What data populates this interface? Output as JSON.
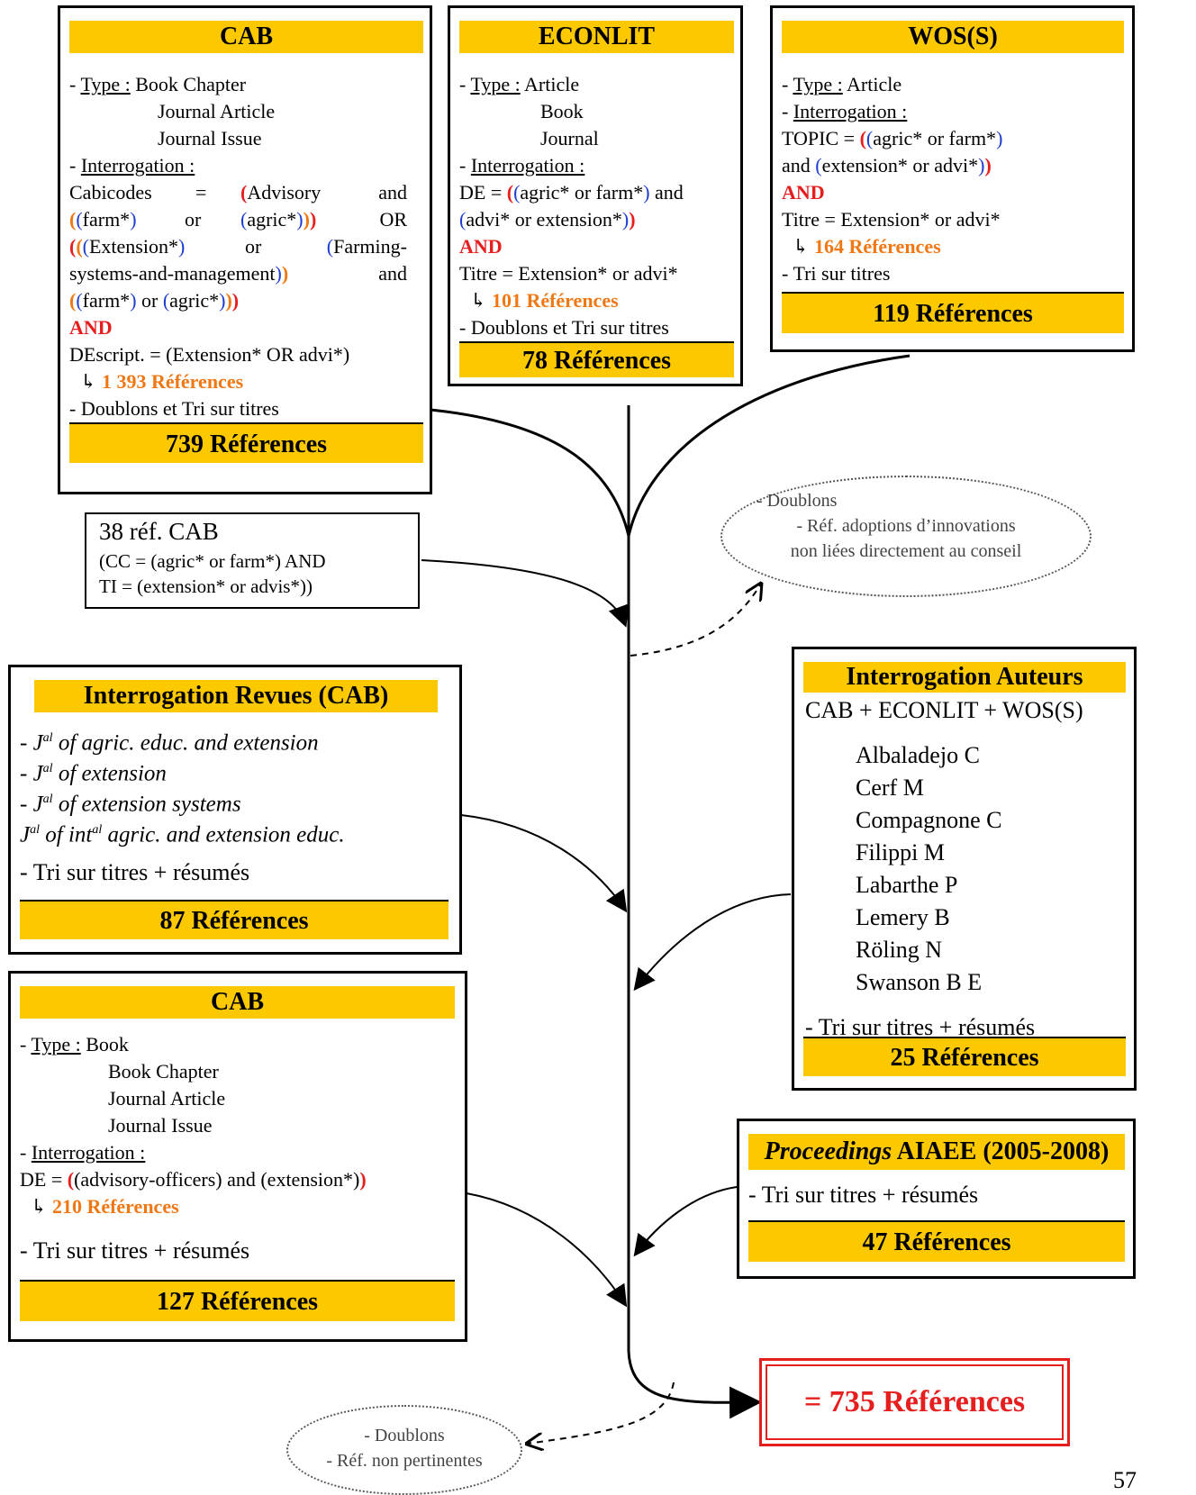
{
  "cab1": {
    "title": "CAB",
    "type_label": "Type :",
    "types": [
      "Book Chapter",
      "Journal Article",
      "Journal Issue"
    ],
    "interrogation_label": "Interrogation :",
    "q_cabicodes": "Cabicodes",
    "q_eq": "=",
    "q_advisory": "Advisory",
    "q_and": "and",
    "q_or": "or",
    "q_OR": "OR",
    "q_farm": "farm*",
    "q_agric": "agric*",
    "q_extension": "Extension*",
    "q_farming": "Farming-",
    "q_systems": "systems-and-management",
    "and_op": "AND",
    "descript": "DEscript. = (Extension* OR advi*)",
    "count_refs": "1 393 Références",
    "dedup": "Doublons et Tri sur titres",
    "result": "739 Références"
  },
  "econlit": {
    "title": "ECONLIT",
    "type_label": "Type :",
    "types": [
      "Article",
      "Book",
      "Journal"
    ],
    "interrogation_label": "Interrogation :",
    "q1_de": "DE =",
    "q1_inner": "agric* or farm*",
    "q1_and": "and",
    "q2_inner": "advi* or extension*",
    "and_op": "AND",
    "titre": "Titre = Extension* or advi*",
    "count_refs": "101 Références",
    "dedup": "Doublons et Tri sur titres",
    "result": "78 Références"
  },
  "wos": {
    "title": "WOS(S)",
    "type_label": "Type :",
    "type_value": "Article",
    "interrogation_label": "Interrogation :",
    "q1_topic": "TOPIC =",
    "q1_inner": "agric* or farm*",
    "q2_and": "and",
    "q2_inner": "extension* or advi*",
    "and_op": "AND",
    "titre": "Titre = Extension* or advi*",
    "count_refs": "164 Références",
    "tri": "Tri sur titres",
    "result": "119 Références"
  },
  "cab_ref": {
    "line1": "38 réf. CAB",
    "line2": "(CC = (agric* or farm*) AND",
    "line3": "TI = (extension* or advis*))"
  },
  "excluded_top": {
    "line1": "- Doublons",
    "line2": "- Réf. adoptions d’innovations",
    "line3": "non liées directement au conseil"
  },
  "revues": {
    "title": "Interrogation Revues (CAB)",
    "journals": [
      {
        "prefix": "- J",
        "sup": "al",
        "text": " of agric. educ. and extension",
        "sup2": "",
        "text2": ""
      },
      {
        "prefix": "- J",
        "sup": "al",
        "text": " of extension",
        "sup2": "",
        "text2": ""
      },
      {
        "prefix": "- J",
        "sup": "al",
        "text": " of extension systems",
        "sup2": "",
        "text2": ""
      },
      {
        "prefix": " J",
        "sup": "al",
        "text": " of int",
        "sup2": "al",
        "text2": " agric. and extension educ."
      }
    ],
    "tri": "- Tri sur titres + résumés",
    "result": "87 Références"
  },
  "auteurs": {
    "title": "Interrogation Auteurs",
    "bases": "CAB + ECONLIT + WOS(S)",
    "names": [
      "Albaladejo C",
      "Cerf M",
      "Compagnone C",
      "Filippi M",
      "Labarthe P",
      "Lemery B",
      "Röling N",
      "Swanson B E"
    ],
    "tri": "- Tri sur titres + résumés",
    "result": "25 Références"
  },
  "cab2": {
    "title": "CAB",
    "type_label": "Type :",
    "types": [
      "Book",
      "Book Chapter",
      "Journal Article",
      "Journal Issue"
    ],
    "interrogation_label": "Interrogation :",
    "de": "DE =",
    "q_inner": "(advisory-officers) and (extension*)",
    "count_refs": "210 Références",
    "tri": "- Tri sur titres + résumés",
    "result": "127 Références"
  },
  "proceedings": {
    "title_italic": "Proceedings",
    "title_rest": " AIAEE (2005-2008)",
    "tri": "- Tri sur titres + résumés",
    "result": "47 Références"
  },
  "final": {
    "label": "= 735 Références"
  },
  "excluded_bottom": {
    "line1": "- Doublons",
    "line2": "- Réf. non pertinentes"
  },
  "page_number": "57",
  "colors": {
    "header_fill": "#fcc800",
    "red": "#e61e1e",
    "blue": "#1e3cd2",
    "orange": "#f07814"
  },
  "icons": {
    "arrow_marker": "curved-arrow-icon"
  }
}
